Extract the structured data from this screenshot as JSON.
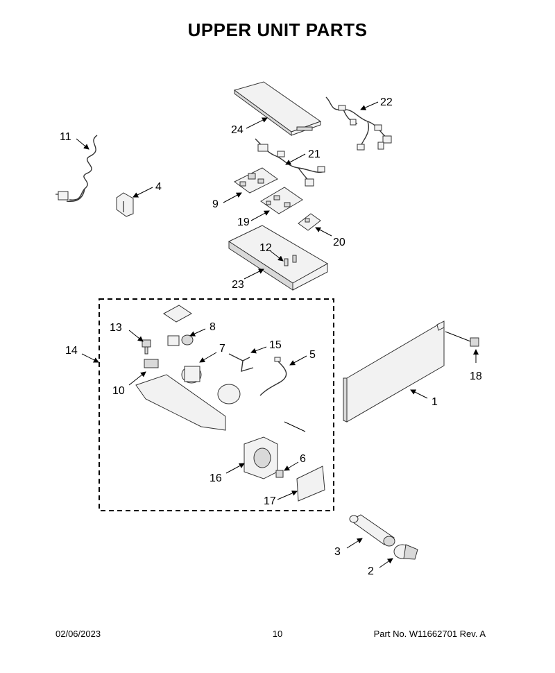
{
  "title": "UPPER UNIT PARTS",
  "callouts": {
    "c1": "1",
    "c2": "2",
    "c3": "3",
    "c4": "4",
    "c5": "5",
    "c6": "6",
    "c7": "7",
    "c8": "8",
    "c9": "9",
    "c10": "10",
    "c11": "11",
    "c12": "12",
    "c13": "13",
    "c14": "14",
    "c15": "15",
    "c16": "16",
    "c17": "17",
    "c18": "18",
    "c19": "19",
    "c20": "20",
    "c21": "21",
    "c22": "22",
    "c23": "23",
    "c24": "24"
  },
  "footer": {
    "date": "02/06/2023",
    "page": "10",
    "part_number": "Part No.  W11662701   Rev.  A"
  }
}
